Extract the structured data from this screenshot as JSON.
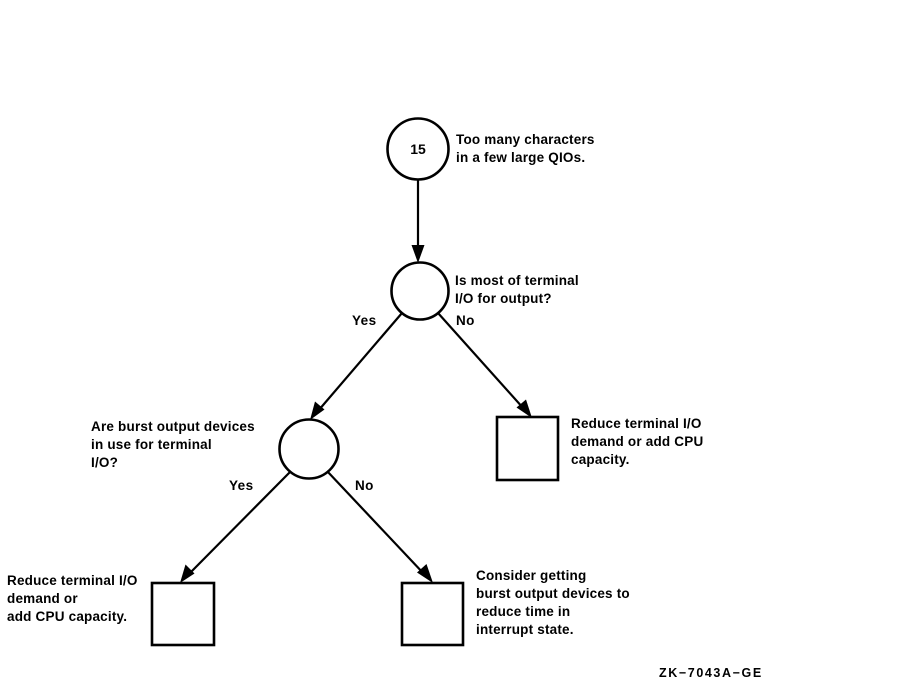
{
  "figure": {
    "identifier": "ZK−7043A−GE"
  },
  "nodes": {
    "connector": {
      "number": "15",
      "caption": "Too many characters\nin a few large QIOs."
    },
    "decision_output": {
      "caption": "Is most of terminal\nI/O for output?",
      "yes_label": "Yes",
      "no_label": "No"
    },
    "decision_burst": {
      "caption": "Are burst output devices\nin use for terminal\nI/O?",
      "yes_label": "Yes",
      "no_label": "No"
    },
    "action_reduce_right": {
      "caption": "Reduce terminal I/O\ndemand or add CPU\ncapacity."
    },
    "action_reduce_left": {
      "caption": "Reduce terminal I/O\ndemand or\nadd CPU capacity."
    },
    "action_burst_devices": {
      "caption": "Consider getting\nburst output devices to\nreduce time in\ninterrupt state."
    }
  },
  "style": {
    "stroke": "#000000",
    "fill": "#ffffff",
    "background": "#ffffff"
  }
}
